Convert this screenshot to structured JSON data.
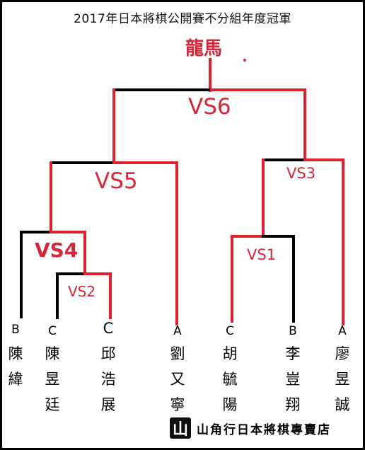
{
  "title": "2017年日本將棋公開賽不分組年度冠軍",
  "champion": "龍馬",
  "matches": {
    "vs1": "VS1",
    "vs2": "VS2",
    "vs3": "VS3",
    "vs4": "VS4",
    "vs5": "VS5",
    "vs6": "VS6"
  },
  "players": [
    {
      "grade": "B",
      "name": [
        "陳",
        "緯"
      ]
    },
    {
      "grade": "C",
      "name": [
        "陳",
        "昱",
        "廷"
      ]
    },
    {
      "grade": "C",
      "name": [
        "邱",
        "浩",
        "展"
      ]
    },
    {
      "grade": "A",
      "name": [
        "劉",
        "又",
        "寧"
      ]
    },
    {
      "grade": "C",
      "name": [
        "胡",
        "毓",
        "陽"
      ]
    },
    {
      "grade": "B",
      "name": [
        "李",
        "豈",
        "翔"
      ]
    },
    {
      "grade": "A",
      "name": [
        "廖",
        "昱",
        "誠"
      ]
    }
  ],
  "footer": {
    "logo": "山",
    "shop": "山角行日本將棋專賣店"
  },
  "colors": {
    "winner_line": "#e0222e",
    "loser_line": "#000000",
    "label": "#d4283a"
  }
}
